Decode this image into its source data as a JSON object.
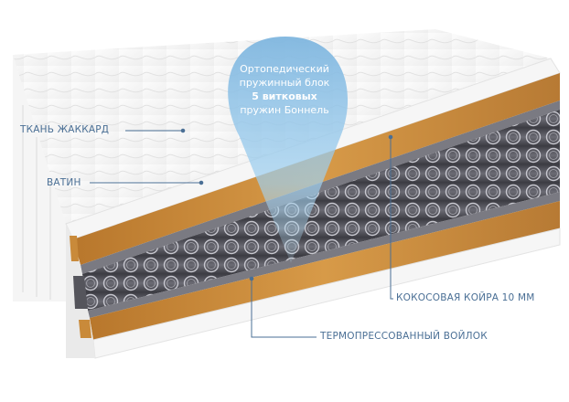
{
  "callout": {
    "line1": "Ортопедический",
    "line2": "пружинный блок",
    "line3": "5 витковых",
    "line4": "пружин Боннель"
  },
  "labels": {
    "jacquard": "ТКАНЬ ЖАККАРД",
    "vatin": "ВАТИН",
    "coconut": "КОКОСОВАЯ КОЙРА 10 ММ",
    "felt": "ТЕРМОПРЕССОВАННЫЙ ВОЙЛОК"
  },
  "colors": {
    "label_text": "#4a6f95",
    "callout_blue": "#8ec3e8",
    "coir": "#c98a3a",
    "fabric": "#f2f2f2",
    "spring_block": "#5f5f66"
  }
}
